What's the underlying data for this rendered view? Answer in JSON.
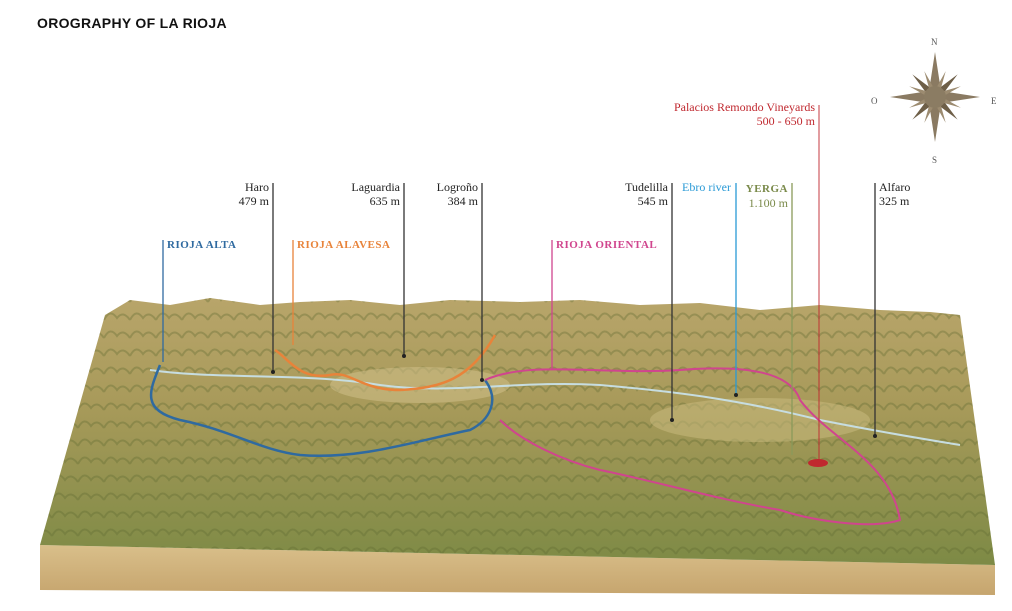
{
  "title": "OROGRAPHY OF LA RIOJA",
  "compass": {
    "n": "N",
    "s": "S",
    "e": "E",
    "w": "O"
  },
  "places": [
    {
      "name": "Haro",
      "altitude": "479 m"
    },
    {
      "name": "Laguardia",
      "altitude": "635 m"
    },
    {
      "name": "Logroño",
      "altitude": "384 m"
    },
    {
      "name": "Tudelilla",
      "altitude": "545 m"
    },
    {
      "name": "Alfaro",
      "altitude": "325 m"
    }
  ],
  "features": {
    "ebro": "Ebro river",
    "yerga": "YERGA",
    "yerga_alt": "1.100 m",
    "vineyards": "Palacios Remondo Vineyards",
    "vineyards_alt": "500 - 650 m"
  },
  "regions": [
    {
      "name": "RIOJA ALTA",
      "color": "#2f6aa0"
    },
    {
      "name": "RIOJA ALAVESA",
      "color": "#e8833a"
    },
    {
      "name": "RIOJA ORIENTAL",
      "color": "#d0458e"
    }
  ],
  "colors": {
    "vineyards": "#c0282f",
    "ebro": "#2a9ad6",
    "yerga": "#7a8a4a"
  }
}
